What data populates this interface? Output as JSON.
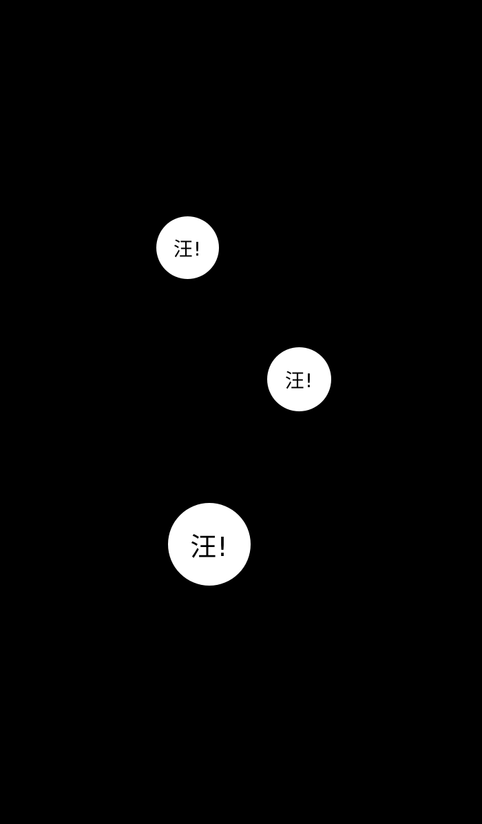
{
  "panel": {
    "background": "#000000",
    "bubbles": [
      {
        "text": "汪!"
      },
      {
        "text": "汪!"
      },
      {
        "text": "汪!"
      }
    ],
    "bubble_color": "#ffffff",
    "text_color": "#000000"
  }
}
